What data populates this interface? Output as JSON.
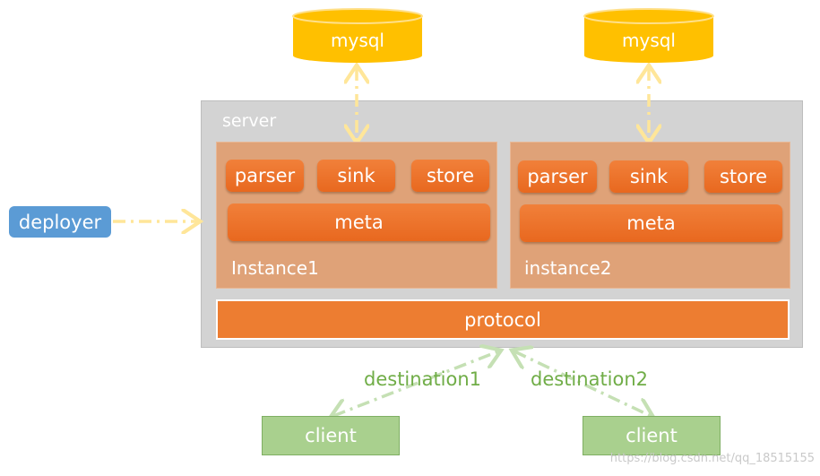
{
  "databases": [
    {
      "label": "mysql",
      "color": "#ffc000"
    },
    {
      "label": "mysql",
      "color": "#ffc000"
    }
  ],
  "server": {
    "label": "server"
  },
  "instances": [
    {
      "label": "Instance1",
      "components": [
        "parser",
        "sink",
        "store"
      ],
      "meta": "meta"
    },
    {
      "label": "instance2",
      "components": [
        "parser",
        "sink",
        "store"
      ],
      "meta": "meta"
    }
  ],
  "protocol": {
    "label": "protocol"
  },
  "deployer": {
    "label": "deployer"
  },
  "destinations": [
    "destination1",
    "destination2"
  ],
  "clients": [
    "client",
    "client"
  ],
  "watermark": "https://blog.csdn.net/qq_18515155",
  "colors": {
    "server_bg": "#d3d3d3",
    "instance_bg": "#dfa278",
    "component": "#ed7d31",
    "database": "#ffc000",
    "deployer": "#5b9bd5",
    "client": "#a9d08e",
    "destination_text": "#70ad47",
    "arrow_yellow": "#ffe699",
    "arrow_green": "#c5e0b4"
  }
}
